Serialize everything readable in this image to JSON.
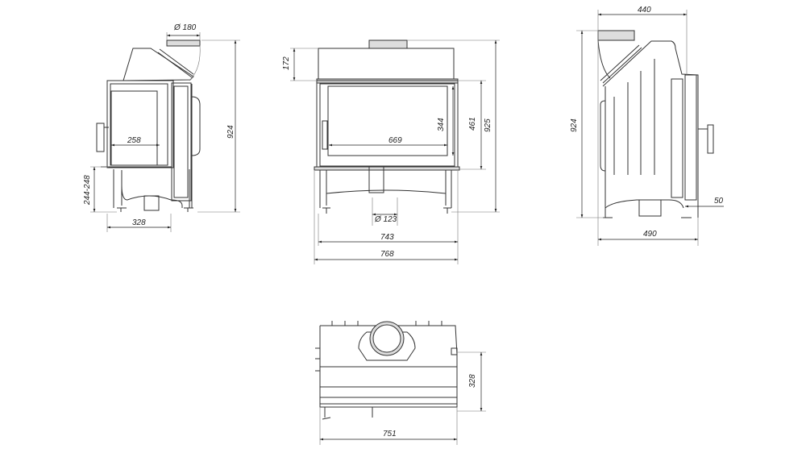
{
  "side_view": {
    "flue_diameter": "Ø 180",
    "height": "924",
    "glass_width": "258",
    "base_height": "244-248",
    "depth": "328"
  },
  "front_view": {
    "hood_height": "172",
    "glass_height": "344",
    "door_height": "461",
    "total_height": "925",
    "glass_width": "669",
    "air_inlet_diameter": "Ø 123",
    "body_width": "743",
    "total_width": "768"
  },
  "right_view": {
    "top_width": "440",
    "height": "924",
    "offset": "50",
    "depth": "490"
  },
  "top_view": {
    "depth": "328",
    "width": "751"
  }
}
